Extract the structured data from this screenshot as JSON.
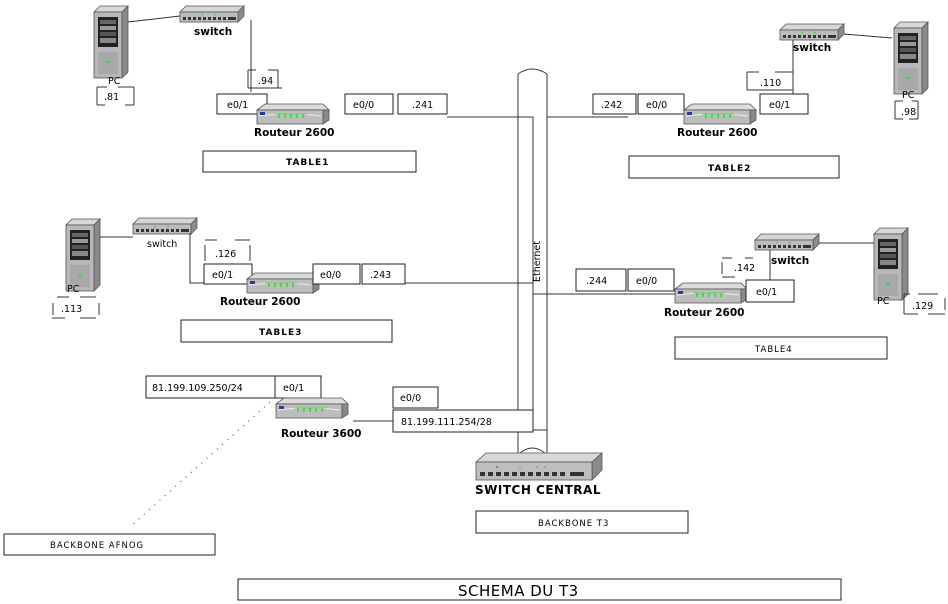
{
  "title": "SCHEMA DU T3",
  "bus": {
    "label": "Ethernet"
  },
  "central_switch": {
    "label": "SWITCH CENTRAL",
    "caption": "BACKBONE T3"
  },
  "afnog": {
    "caption": "BACKBONE AFNOG"
  },
  "router3600": {
    "label": "Routeur 3600",
    "e01": "e0/1",
    "e01_ip": "81.199.109.250/24",
    "e00": "e0/0",
    "e00_ip": "81.199.111.254/28"
  },
  "tables": [
    {
      "name": "TABLE1",
      "router_label": "Routeur 2600",
      "e01": "e0/1",
      "e00": "e0/0",
      "e00_ip": ".241",
      "e01_ip": ".94",
      "switch_label": "switch",
      "pc_label": "PC",
      "pc_ip": ".81"
    },
    {
      "name": "TABLE2",
      "router_label": "Routeur 2600",
      "e01": "e0/1",
      "e00": "e0/0",
      "e00_ip": ".242",
      "e01_ip": ".110",
      "switch_label": "switch",
      "pc_label": "PC",
      "pc_ip": ".98"
    },
    {
      "name": "TABLE3",
      "router_label": "Routeur 2600",
      "e01": "e0/1",
      "e00": "e0/0",
      "e00_ip": ".243",
      "e01_ip": ".126",
      "switch_label": "switch",
      "pc_label": "PC",
      "pc_ip": ".113"
    },
    {
      "name": "TABLE4",
      "router_label": "Routeur 2600",
      "e01": "e0/1",
      "e00": "e0/0",
      "e00_ip": ".244",
      "e01_ip": ".142",
      "switch_label": "switch",
      "pc_label": "PC",
      "pc_ip": ".129"
    }
  ],
  "colors": {
    "led_green": "#22dd22",
    "led_red": "#dd2222",
    "device_gray": "#bdbdbd",
    "device_dark": "#7a7a7a",
    "router_port_blue": "#2a3a9a"
  }
}
